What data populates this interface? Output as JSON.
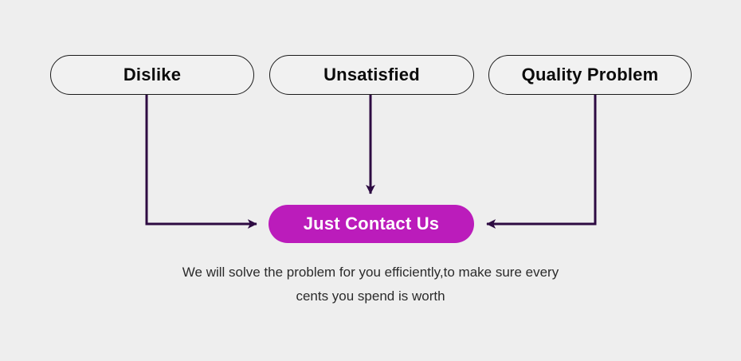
{
  "diagram": {
    "background_color": "#eeeeee",
    "connector_color": "#2d0b42",
    "box_border_color": "#1b1b1b",
    "box_fill_color": "#f1f1f1",
    "accent_color": "#bb1cbb",
    "reasons": [
      {
        "label": "Dislike"
      },
      {
        "label": "Unsatisfied"
      },
      {
        "label": "Quality Problem"
      }
    ],
    "cta": {
      "label": "Just Contact Us",
      "text_color": "#ffffff"
    },
    "caption": {
      "line1": "We will solve the problem for you efficiently,to make sure every",
      "line2": "cents you spend is worth",
      "text_color": "#2b2b2b"
    }
  }
}
